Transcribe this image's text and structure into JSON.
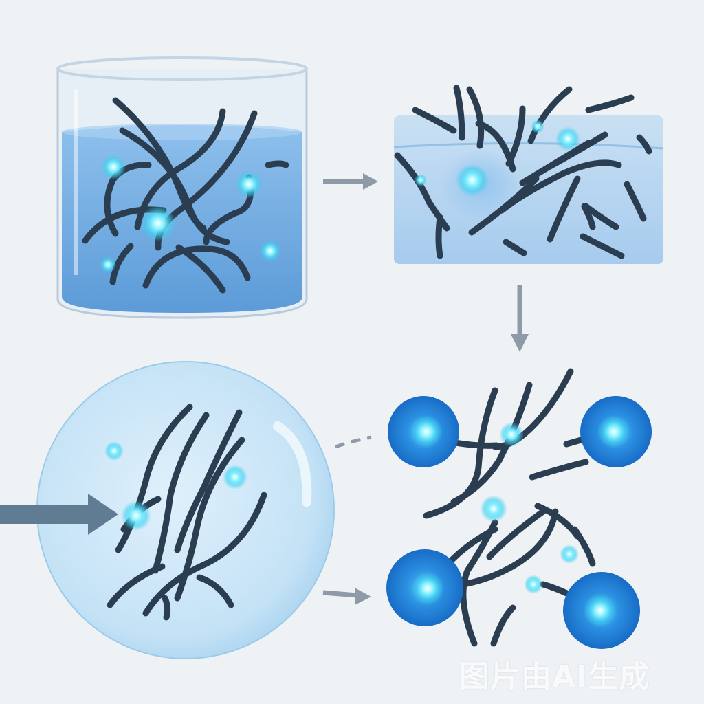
{
  "diagram": {
    "panels": [
      {
        "id": "beaker-with-fibers-in-liquid"
      },
      {
        "id": "fibers-at-liquid-surface"
      },
      {
        "id": "fibers-in-transparent-sphere"
      },
      {
        "id": "fibers-linked-to-blue-spheres"
      }
    ],
    "colors": {
      "background": "#eef2f5",
      "liquid": "#6fa8dc",
      "fiber": "#2b3d50",
      "glow": "#5fe0f5",
      "sphere": "#1f78d1",
      "arrow": "#8e9aa8"
    }
  },
  "watermark": {
    "text": "图片由AI生成"
  }
}
